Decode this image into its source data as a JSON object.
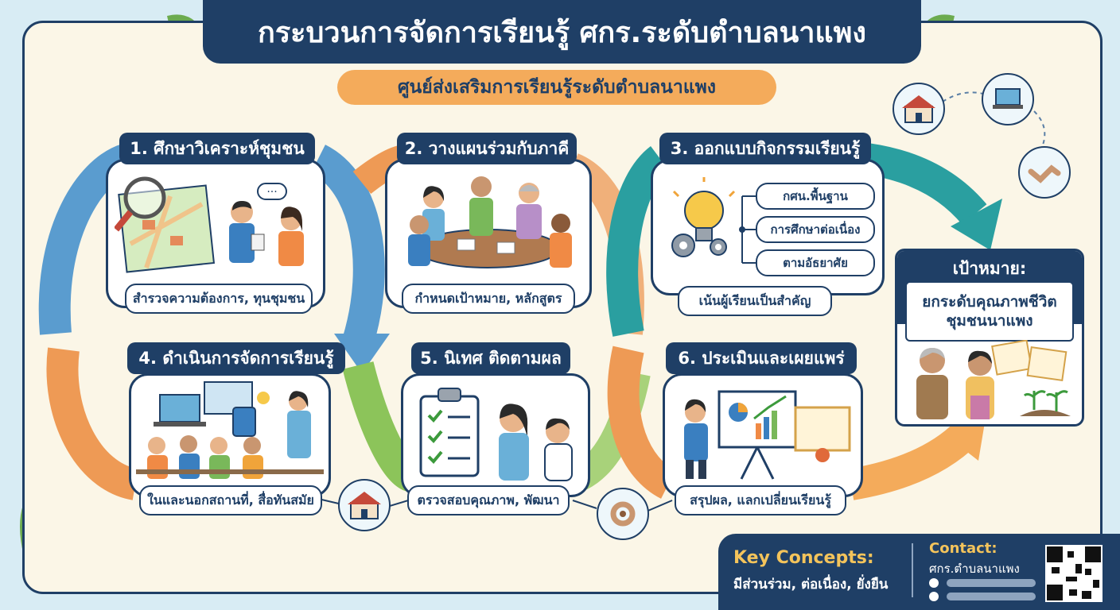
{
  "header": {
    "title": "กระบวนการจัดการเรียนรู้ ศกร.ระดับตำบลนาแพง",
    "subtitle": "ศูนย์ส่งเสริมการเรียนรู้ระดับตำบลนาแพง"
  },
  "steps": [
    {
      "label": "1. ศึกษาวิเคราะห์ชุมชน",
      "caption": "สำรวจความต้องการ, ทุนชุมชน",
      "icon": "magnifier-map-icon"
    },
    {
      "label": "2. วางแผนร่วมกับภาคี",
      "caption": "กำหนดเป้าหมาย, หลักสูตร",
      "icon": "meeting-table-icon"
    },
    {
      "label": "3. ออกแบบกิจกรรมเรียนรู้",
      "caption": "เน้นผู้เรียนเป็นสำคัญ",
      "icon": "lightbulb-gears-icon",
      "sub_items": [
        "กศน.พื้นฐาน",
        "การศึกษาต่อเนื่อง",
        "ตามอัธยาศัย"
      ]
    },
    {
      "label": "4. ดำเนินการจัดการเรียนรู้",
      "caption": "ในและนอกสถานที่, สื่อทันสมัย",
      "icon": "classroom-computers-icon"
    },
    {
      "label": "5. นิเทศ ติดตามผล",
      "caption": "ตรวจสอบคุณภาพ, พัฒนา",
      "icon": "clipboard-checklist-icon"
    },
    {
      "label": "6. ประเมินและเผยแพร่",
      "caption": "สรุปผล, แลกเปลี่ยนเรียนรู้",
      "icon": "presentation-chart-icon"
    }
  ],
  "goal": {
    "title": "เป้าหมาย:",
    "text": "ยกระดับคุณภาพชีวิต ชุมชนนาแพง"
  },
  "footer": {
    "key_title": "Key Concepts:",
    "key_text": "มีส่วนร่วม, ต่อเนื่อง, ยั่งยืน",
    "contact_title": "Contact:",
    "contact_name": "ศกร.ตำบลนาแพง"
  },
  "colors": {
    "navy": "#1f3f66",
    "orange": "#f4ab5b",
    "blue_arrow": "#5a9ccf",
    "green_arrow": "#8cc45a",
    "teal_arrow": "#2a9fa0",
    "background": "#fbf6e7"
  }
}
